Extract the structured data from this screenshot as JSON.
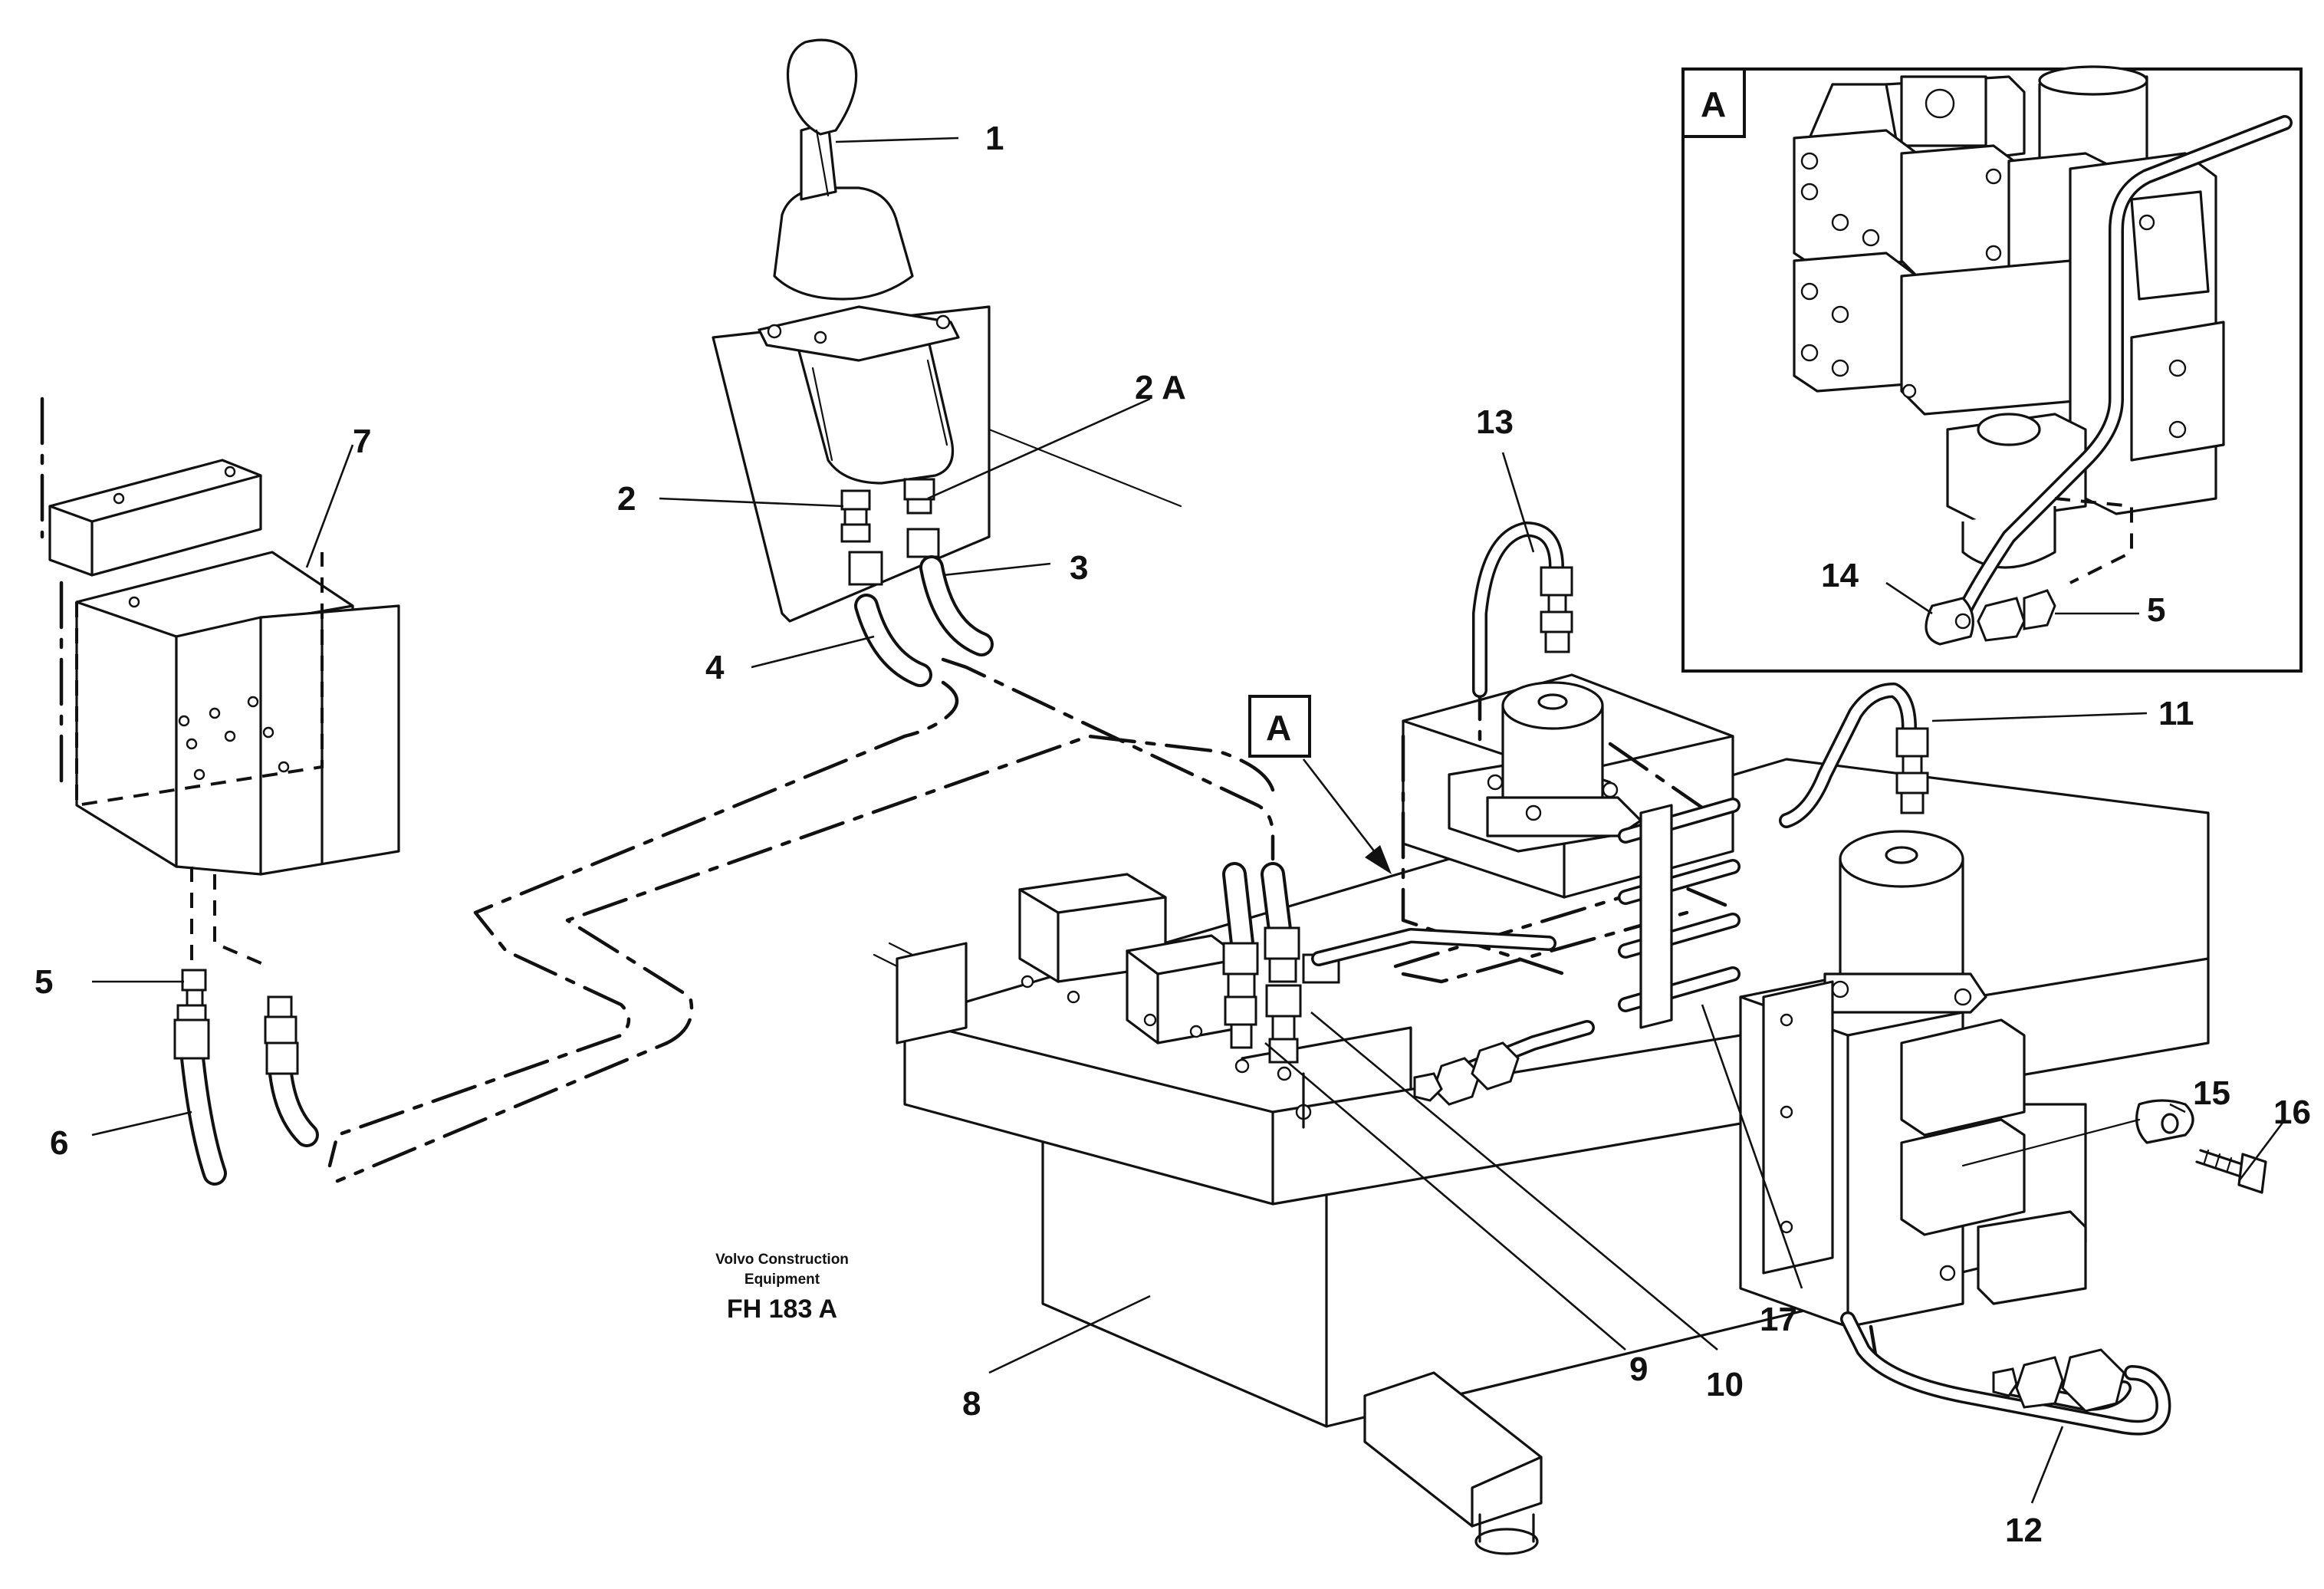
{
  "drawing": {
    "caption_company_line1": "Volvo Construction",
    "caption_company_line2": "Equipment",
    "drawing_number": "FH 183 A",
    "detail_view_tag": "A",
    "detail_arrow_tag": "A",
    "callouts": [
      "1",
      "2",
      "2 A",
      "3",
      "4",
      "5",
      "6",
      "7",
      "8",
      "9",
      "10",
      "11",
      "12",
      "13",
      "14",
      "5",
      "15",
      "16",
      "17"
    ]
  }
}
